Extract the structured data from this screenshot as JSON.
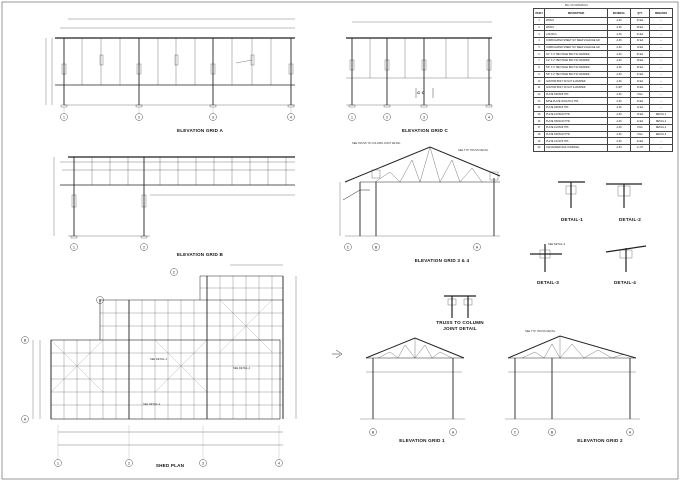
{
  "drawing": {
    "labels": {
      "elev_a": "ELEVATION GRID A",
      "elev_c": "ELEVATION GRID C",
      "elev_b": "ELEVATION GRID B",
      "elev_34": "ELEVATION GRID 3 & 4",
      "shed_plan": "SHED PLAN",
      "elev_1": "ELEVATION GRID 1",
      "elev_2": "ELEVATION GRID 2",
      "detail_1": "DETAIL-1",
      "detail_2": "DETAIL-2",
      "detail_3": "DETAIL-3",
      "detail_4": "DETAIL-4",
      "truss_joint_1": "TRUSS TO COLUMN",
      "truss_joint_2": "JOINT DETAIL",
      "section_mark": "C   C",
      "note_truss": "SEE TRUSS TO COLUMN JOINT DETAIL",
      "note_typ": "SEE TYP. TRUSS DETAIL",
      "note_detail3": "SEE DETAIL-3",
      "note_detail1": "SEE DETAIL-1",
      "note_detail2": "SEE DETAIL-2",
      "note_detail4": "SEE DETAIL-4"
    },
    "grid_numbers": [
      "1",
      "2",
      "3",
      "4"
    ],
    "grid_letters": [
      "A",
      "B",
      "C"
    ]
  },
  "bom": {
    "caption": "BILL OF MATERIALS",
    "headers": [
      "ITEM #",
      "DESCRIPTION",
      "MATERIAL",
      "QTY.",
      "REMARKS"
    ],
    "rows": [
      [
        "1",
        "W8X24",
        "A-36",
        "20 EA",
        "--"
      ],
      [
        "2",
        "W6X15",
        "A-36",
        "28 EA",
        "--"
      ],
      [
        "3",
        "L3X3X1/4",
        "A-36",
        "24 EA",
        "--"
      ],
      [
        "4",
        "CORRUGATED SHEET 3/4\" DEEP 24GAUGE GR",
        "A-36",
        "32 EA",
        "--"
      ],
      [
        "5",
        "CORRUGATED SHEET 3/4\" DEEP 24GAUGE GR",
        "A-36",
        "18 EA",
        "--"
      ],
      [
        "6",
        "3/4\" X 4\" HEX HEAD BOLT W/ WASHER",
        "A-36",
        "60 EA",
        "--"
      ],
      [
        "7",
        "1/2\" X 2\" HEX HEAD BOLT W/ WASHER",
        "A-36",
        "48 EA",
        "--"
      ],
      [
        "8",
        "5/8\" X 3\" HEX HEAD BOLT W/ WASHER",
        "A-36",
        "36 EA",
        "--"
      ],
      [
        "9",
        "5/8\" X 2\" HEX HEAD BOLT W/ WASHER",
        "A-36",
        "24 EA",
        "--"
      ],
      [
        "10",
        "ANCHOR BOLT W/ NUT & WASHER",
        "A-36",
        "40 EA",
        "--"
      ],
      [
        "11",
        "ANCHOR BOLT W/ NUT & WASHER",
        "A-307",
        "16 EA",
        "--"
      ],
      [
        "12",
        "PLATE 3/8X8X8 THK",
        "A-36",
        "8 EA",
        "--"
      ],
      [
        "13",
        "BASE PLATE 3/4X12X12 THK",
        "A-36",
        "20 EA",
        "--"
      ],
      [
        "14",
        "PLATE 3/8X6X6 THK",
        "A-36",
        "12 EA",
        "--"
      ],
      [
        "15",
        "PLATE 1/2X8X10 THK",
        "A-36",
        "16 EA",
        "DETAIL-1"
      ],
      [
        "16",
        "PLATE 3/8X4X10 THK",
        "A-36",
        "12 EA",
        "DETAIL-2"
      ],
      [
        "17",
        "PLATE 1/2X6X8 THK",
        "A-36",
        "8 EA",
        "DETAIL-3"
      ],
      [
        "18",
        "PLATE 3/8X6X10 THK",
        "A-36",
        "8 EA",
        "DETAIL-4"
      ],
      [
        "19",
        "PLATE 1/4X4X6 THK",
        "A-36",
        "24 EA",
        "--"
      ],
      [
        "20",
        "GALVANIZED RAIL HANDRAIL",
        "A-53",
        "1 LOT",
        "--"
      ]
    ]
  }
}
